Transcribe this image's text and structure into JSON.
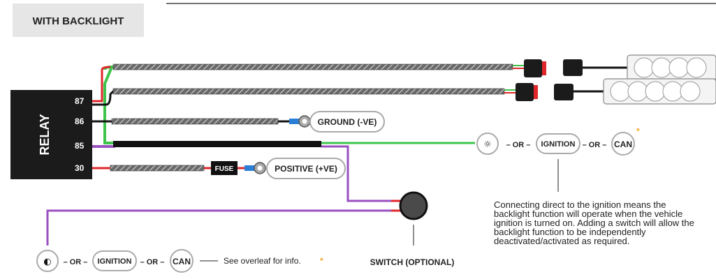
{
  "header": {
    "title": "WITH BACKLIGHT"
  },
  "relay": {
    "label": "RELAY",
    "pins": [
      "87",
      "86",
      "85",
      "30"
    ]
  },
  "labels": {
    "ground": "GROUND (-VE)",
    "positive": "POSITIVE (+VE)",
    "fuse": "FUSE",
    "switch": "SWITCH (OPTIONAL)"
  },
  "connector_options_right": {
    "sep1": "– OR –",
    "ignition": "IGNITION",
    "sep2": "– OR –",
    "can": "CAN",
    "asterisk": "*"
  },
  "connector_options_bottom": {
    "sep1": "– OR –",
    "ignition": "IGNITION",
    "sep2": "– OR –",
    "can": "CAN",
    "info": "See overleaf for info.",
    "asterisk": "*"
  },
  "note": "Connecting direct to the ignition means the backlight function will operate when the vehicle ignition is turned on. Adding a switch will allow the backlight function to be independently deactivated/activated as required.",
  "icons": [
    "parking-light-icon",
    "headlight-icon",
    "light-bar-icon",
    "switch-button-icon"
  ],
  "colors": {
    "relay": "#1b1b1b",
    "header_bg": "#e6e6e6",
    "wire_green": "#3ec44a",
    "wire_purple": "#9a4fc0",
    "wire_red": "#e0262b",
    "wire_black": "#111111",
    "accent": "#f5a623"
  }
}
